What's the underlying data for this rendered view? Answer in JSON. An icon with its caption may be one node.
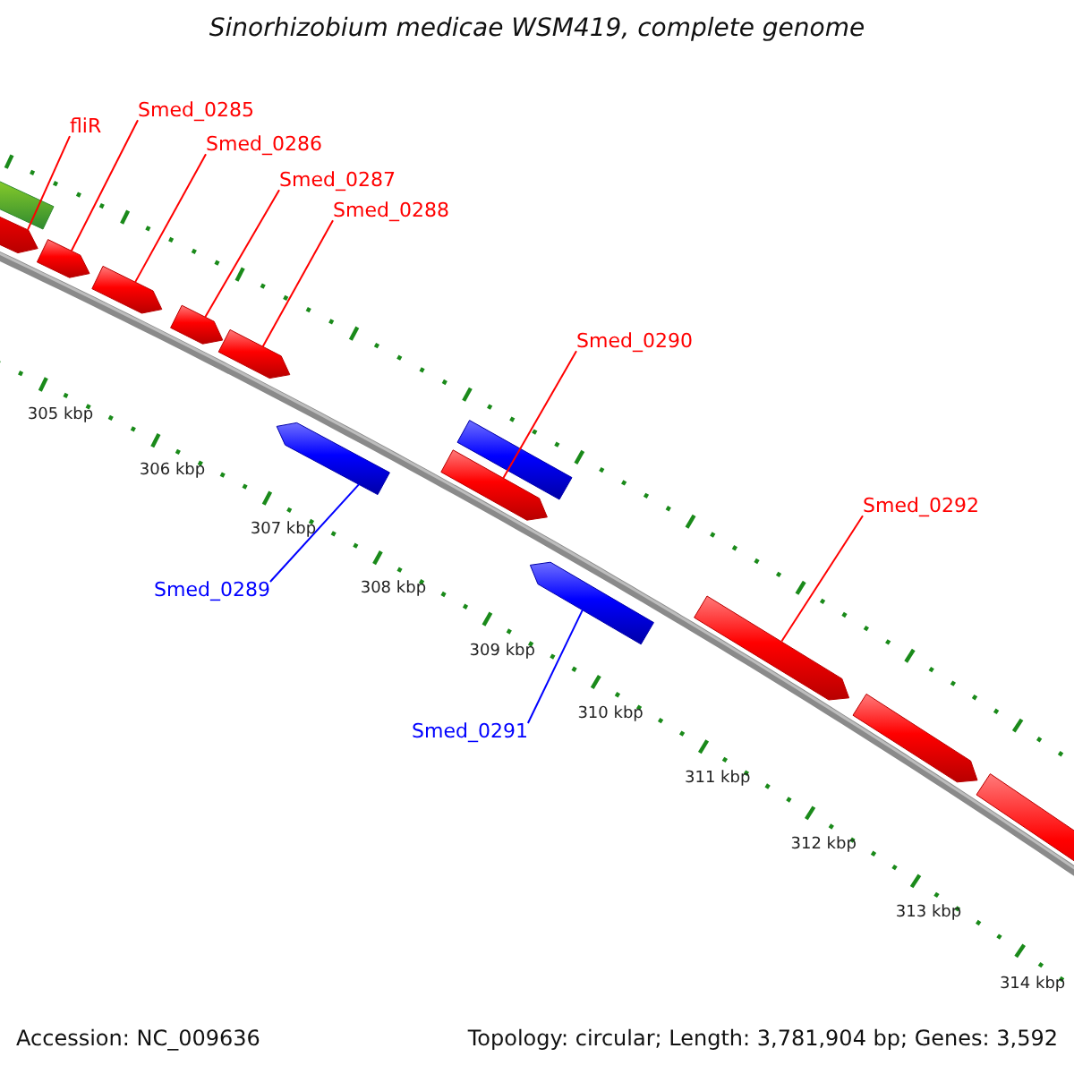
{
  "diagram": {
    "title": "Sinorhizobium medicae WSM419, complete genome",
    "nodes": [
      {
        "text": [
          "fliR"
        ]
      },
      {
        "text": [
          "Smed_0285"
        ]
      },
      {
        "text": [
          "Smed_0286"
        ]
      },
      {
        "text": [
          "Smed_0287"
        ]
      },
      {
        "text": [
          "Smed_0288"
        ]
      },
      {
        "text": [
          "Smed_0290"
        ]
      },
      {
        "text": [
          "Smed_0292"
        ]
      },
      {
        "text": [
          "Smed_0289"
        ]
      },
      {
        "text": [
          "Smed_0291"
        ]
      },
      {
        "text": [],
        "shape": "bar"
      },
      {
        "text": [],
        "shape": "arrow"
      },
      {
        "text": [],
        "shape": "arrow"
      },
      {
        "text": [],
        "shape": "arrow"
      },
      {
        "text": [],
        "shape": "arrow"
      },
      {
        "text": [],
        "shape": "arrow"
      },
      {
        "text": [],
        "shape": "arrow"
      },
      {
        "text": [],
        "shape": "arrow"
      },
      {
        "text": [],
        "shape": "bar"
      },
      {
        "text": [],
        "shape": "arrow"
      },
      {
        "text": [],
        "shape": "arrow"
      },
      {
        "text": [],
        "shape": "arrow"
      },
      {
        "text": [],
        "shape": "arrow"
      }
    ],
    "edges": [
      {
        "from": 0,
        "to": 10,
        "arrow": "none"
      },
      {
        "from": 1,
        "to": 11,
        "arrow": "none"
      },
      {
        "from": 2,
        "to": 12,
        "arrow": "none"
      },
      {
        "from": 3,
        "to": 13,
        "arrow": "none"
      },
      {
        "from": 4,
        "to": 14,
        "arrow": "none"
      },
      {
        "from": 5,
        "to": 16,
        "arrow": "none"
      },
      {
        "from": 6,
        "to": 19,
        "arrow": "none"
      },
      {
        "from": 7,
        "to": 15,
        "arrow": "none",
        "color": "#0000ff"
      },
      {
        "from": 8,
        "to": 18,
        "arrow": "none",
        "color": "#0000ff"
      }
    ],
    "labels": [
      "305 kbp",
      "306 kbp",
      "307 kbp",
      "308 kbp",
      "309 kbp",
      "310 kbp",
      "311 kbp",
      "312 kbp",
      "313 kbp",
      "314 kbp",
      "Accession: NC_009636",
      "Topology: circular; Length: 3,781,904 bp; Genes: 3,592"
    ]
  }
}
